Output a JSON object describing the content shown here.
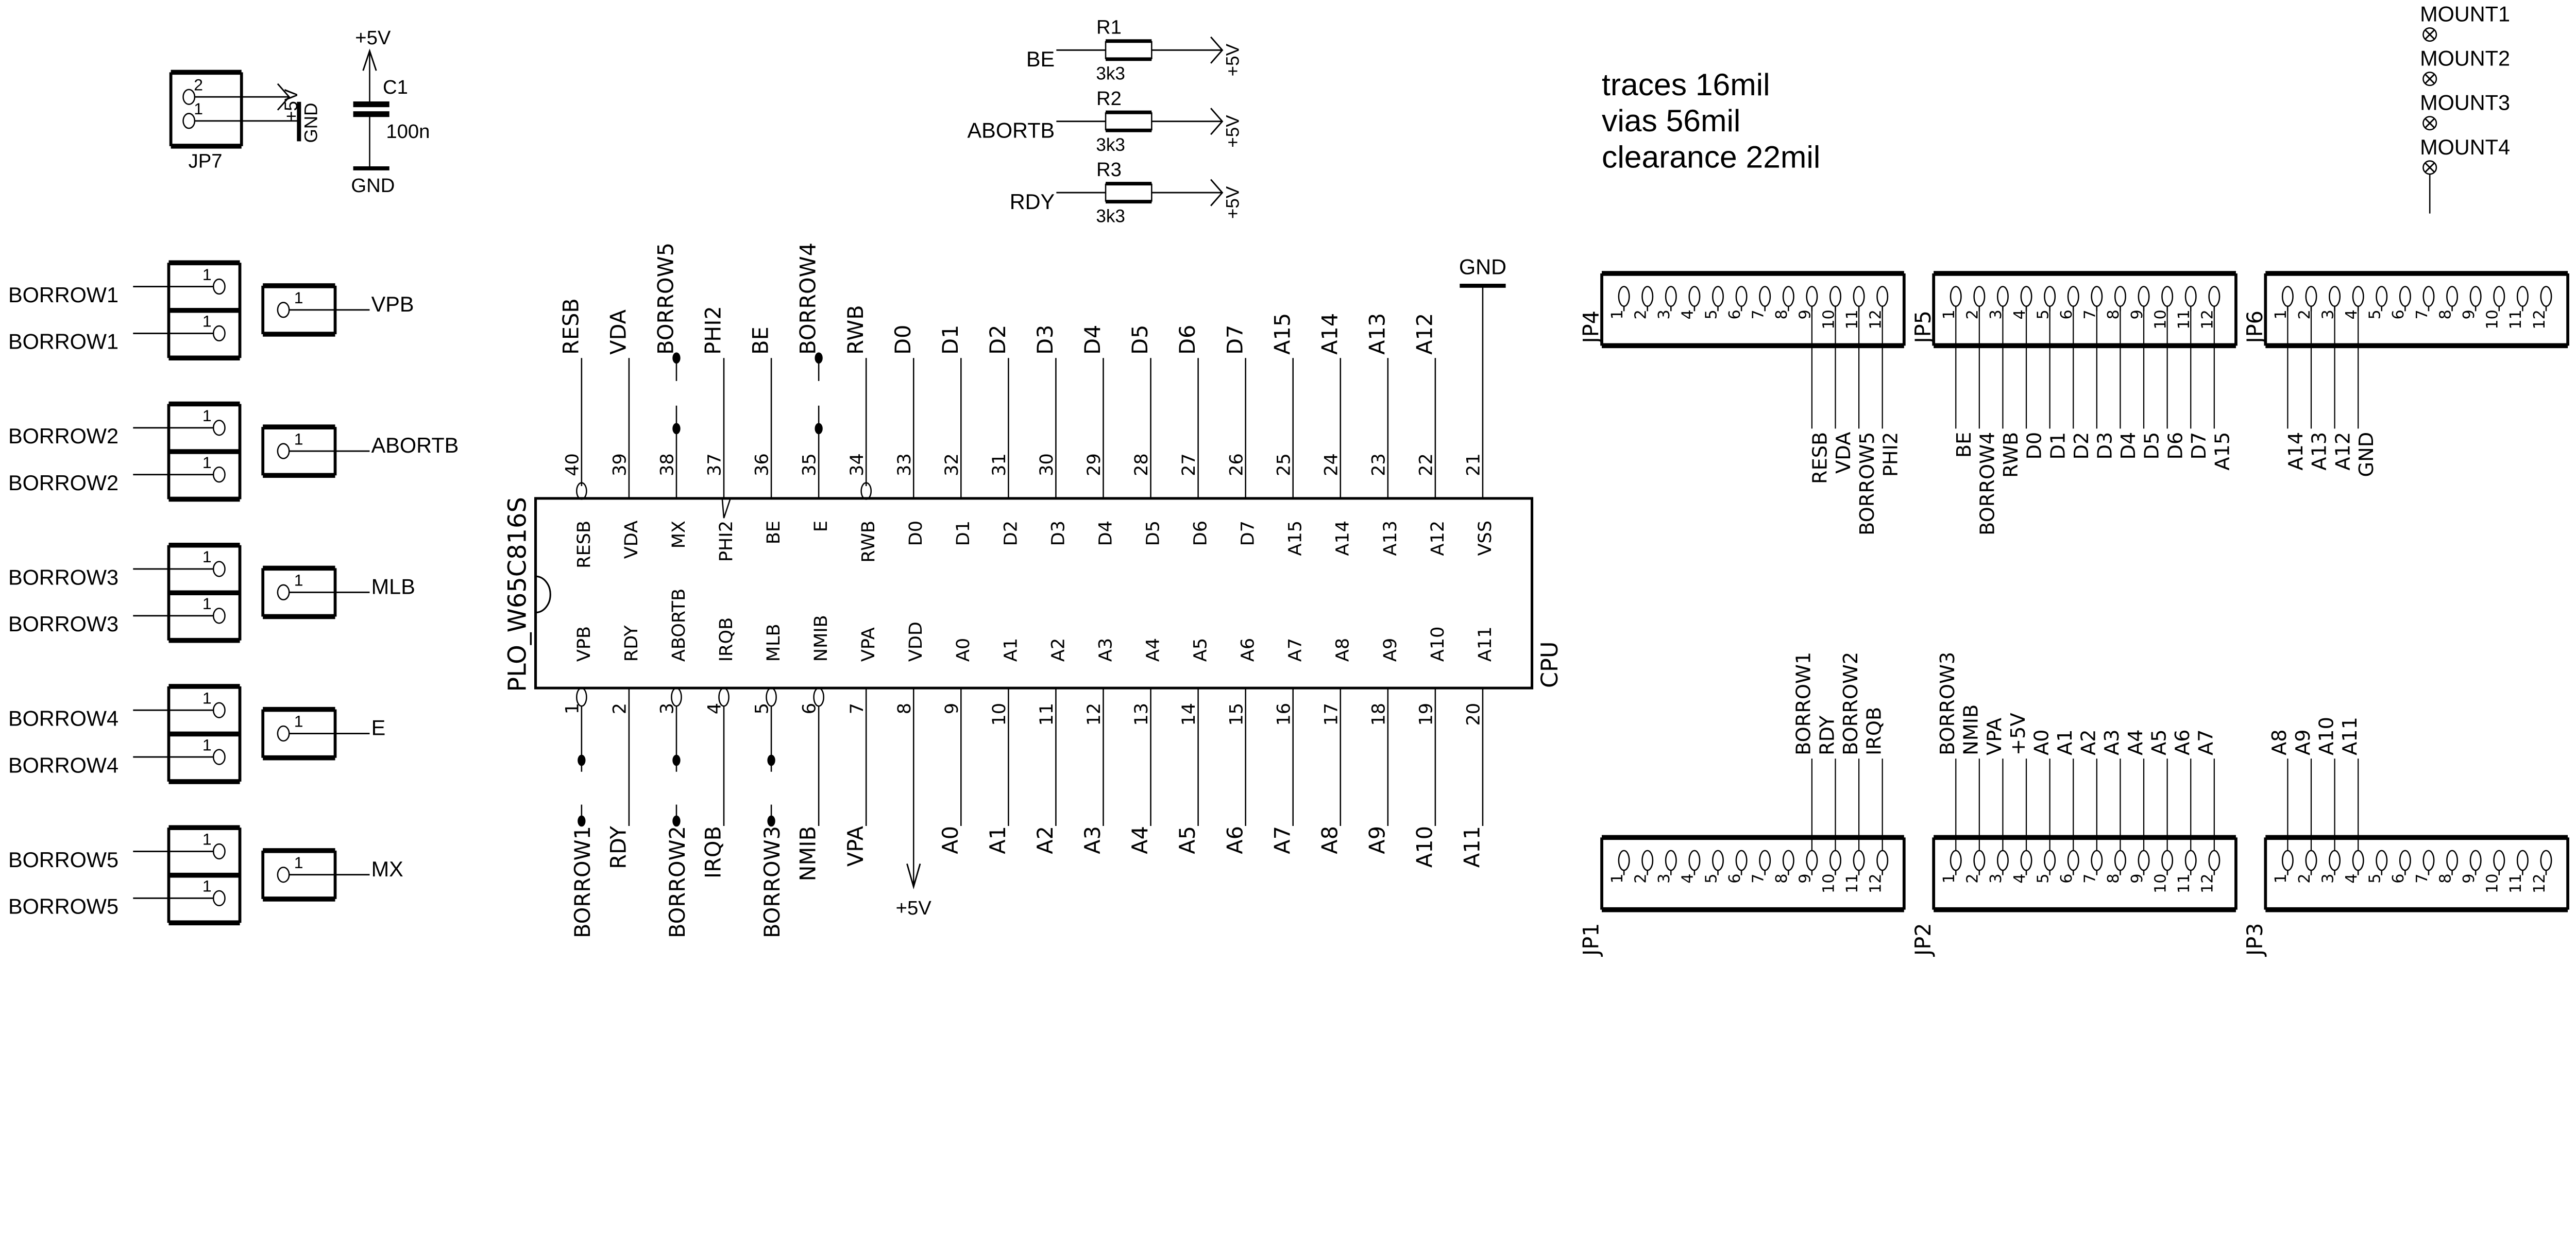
{
  "colors": {
    "ink": "#000000",
    "paper": "#ffffff"
  },
  "jp7": {
    "name": "JP7",
    "pins": [
      "2",
      "1"
    ],
    "nets": [
      "+5V",
      "GND"
    ]
  },
  "c1": {
    "name": "C1",
    "value": "100n",
    "top": "+5V",
    "bottom": "GND"
  },
  "resistors": [
    {
      "name": "R1",
      "value": "3k3",
      "net": "BE",
      "supply": "+5V"
    },
    {
      "name": "R2",
      "value": "3k3",
      "net": "ABORTB",
      "supply": "+5V"
    },
    {
      "name": "R3",
      "value": "3k3",
      "net": "RDY",
      "supply": "+5V"
    }
  ],
  "notes": [
    "traces 16mil",
    "vias 56mil",
    "clearance 22mil"
  ],
  "mounts": [
    "MOUNT1",
    "MOUNT2",
    "MOUNT3",
    "MOUNT4"
  ],
  "cpu": {
    "name": "CPU",
    "part": "PLO_W65C816S",
    "top_pins": [
      {
        "num": "40",
        "name": "RESB",
        "net": "RESB",
        "inverted": true
      },
      {
        "num": "39",
        "name": "VDA",
        "net": "VDA"
      },
      {
        "num": "38",
        "name": "MX",
        "net": "BORROW5"
      },
      {
        "num": "37",
        "name": "PHI2",
        "net": "PHI2",
        "clock": true
      },
      {
        "num": "36",
        "name": "BE",
        "net": "BE"
      },
      {
        "num": "35",
        "name": "E",
        "net": "BORROW4"
      },
      {
        "num": "34",
        "name": "RWB",
        "net": "RWB",
        "inverted": true
      },
      {
        "num": "33",
        "name": "D0",
        "net": "D0"
      },
      {
        "num": "32",
        "name": "D1",
        "net": "D1"
      },
      {
        "num": "31",
        "name": "D2",
        "net": "D2"
      },
      {
        "num": "30",
        "name": "D3",
        "net": "D3"
      },
      {
        "num": "29",
        "name": "D4",
        "net": "D4"
      },
      {
        "num": "28",
        "name": "D5",
        "net": "D5"
      },
      {
        "num": "27",
        "name": "D6",
        "net": "D6"
      },
      {
        "num": "26",
        "name": "D7",
        "net": "D7"
      },
      {
        "num": "25",
        "name": "A15",
        "net": "A15"
      },
      {
        "num": "24",
        "name": "A14",
        "net": "A14"
      },
      {
        "num": "23",
        "name": "A13",
        "net": "A13"
      },
      {
        "num": "22",
        "name": "A12",
        "net": "A12"
      },
      {
        "num": "21",
        "name": "VSS",
        "net": "GND"
      }
    ],
    "bottom_pins": [
      {
        "num": "1",
        "name": "VPB",
        "net": "BORROW1",
        "inverted": true
      },
      {
        "num": "2",
        "name": "RDY",
        "net": "RDY"
      },
      {
        "num": "3",
        "name": "ABORTB",
        "net": "BORROW2",
        "inverted": true
      },
      {
        "num": "4",
        "name": "IRQB",
        "net": "IRQB",
        "inverted": true
      },
      {
        "num": "5",
        "name": "MLB",
        "net": "BORROW3",
        "inverted": true
      },
      {
        "num": "6",
        "name": "NMIB",
        "net": "NMIB",
        "inverted": true
      },
      {
        "num": "7",
        "name": "VPA",
        "net": "VPA"
      },
      {
        "num": "8",
        "name": "VDD",
        "net": "+5V"
      },
      {
        "num": "9",
        "name": "A0",
        "net": "A0"
      },
      {
        "num": "10",
        "name": "A1",
        "net": "A1"
      },
      {
        "num": "11",
        "name": "A2",
        "net": "A2"
      },
      {
        "num": "12",
        "name": "A3",
        "net": "A3"
      },
      {
        "num": "13",
        "name": "A4",
        "net": "A4"
      },
      {
        "num": "14",
        "name": "A5",
        "net": "A5"
      },
      {
        "num": "15",
        "name": "A6",
        "net": "A6"
      },
      {
        "num": "16",
        "name": "A7",
        "net": "A7"
      },
      {
        "num": "17",
        "name": "A8",
        "net": "A8"
      },
      {
        "num": "18",
        "name": "A9",
        "net": "A9"
      },
      {
        "num": "19",
        "name": "A10",
        "net": "A10"
      },
      {
        "num": "20",
        "name": "A11",
        "net": "A11"
      }
    ]
  },
  "left_jumpers": [
    {
      "double": {
        "pins": [
          "1",
          "1"
        ],
        "nets": [
          "BORROW1",
          "BORROW1"
        ]
      },
      "single": {
        "pin": "1",
        "net": "VPB"
      }
    },
    {
      "double": {
        "pins": [
          "1",
          "1"
        ],
        "nets": [
          "BORROW2",
          "BORROW2"
        ]
      },
      "single": {
        "pin": "1",
        "net": "ABORTB"
      }
    },
    {
      "double": {
        "pins": [
          "1",
          "1"
        ],
        "nets": [
          "BORROW3",
          "BORROW3"
        ]
      },
      "single": {
        "pin": "1",
        "net": "MLB"
      }
    },
    {
      "double": {
        "pins": [
          "1",
          "1"
        ],
        "nets": [
          "BORROW4",
          "BORROW4"
        ]
      },
      "single": {
        "pin": "1",
        "net": "E"
      }
    },
    {
      "double": {
        "pins": [
          "1",
          "1"
        ],
        "nets": [
          "BORROW5",
          "BORROW5"
        ]
      },
      "single": {
        "pin": "1",
        "net": "MX"
      }
    }
  ],
  "headers_top": [
    {
      "name": "JP4",
      "pins": [
        "1",
        "2",
        "3",
        "4",
        "5",
        "6",
        "7",
        "8",
        "9",
        "10",
        "11",
        "12"
      ],
      "nets": [
        "",
        "",
        "",
        "",
        "",
        "",
        "",
        "",
        "RESB",
        "VDA",
        "BORROW5",
        "PHI2"
      ]
    },
    {
      "name": "JP5",
      "pins": [
        "1",
        "2",
        "3",
        "4",
        "5",
        "6",
        "7",
        "8",
        "9",
        "10",
        "11",
        "12"
      ],
      "nets": [
        "BE",
        "BORROW4",
        "RWB",
        "D0",
        "D1",
        "D2",
        "D3",
        "D4",
        "D5",
        "D6",
        "D7",
        "A15"
      ]
    },
    {
      "name": "JP6",
      "pins": [
        "1",
        "2",
        "3",
        "4",
        "5",
        "6",
        "7",
        "8",
        "9",
        "10",
        "11",
        "12"
      ],
      "nets": [
        "A14",
        "A13",
        "A12",
        "GND",
        "",
        "",
        "",
        "",
        "",
        "",
        "",
        ""
      ]
    }
  ],
  "headers_bottom": [
    {
      "name": "JP1",
      "pins": [
        "1",
        "2",
        "3",
        "4",
        "5",
        "6",
        "7",
        "8",
        "9",
        "10",
        "11",
        "12"
      ],
      "nets": [
        "",
        "",
        "",
        "",
        "",
        "",
        "",
        "",
        "BORROW1",
        "RDY",
        "BORROW2",
        "IRQB"
      ]
    },
    {
      "name": "JP2",
      "pins": [
        "1",
        "2",
        "3",
        "4",
        "5",
        "6",
        "7",
        "8",
        "9",
        "10",
        "11",
        "12"
      ],
      "nets": [
        "BORROW3",
        "NMIB",
        "VPA",
        "+5V",
        "A0",
        "A1",
        "A2",
        "A3",
        "A4",
        "A5",
        "A6",
        "A7"
      ]
    },
    {
      "name": "JP3",
      "pins": [
        "1",
        "2",
        "3",
        "4",
        "5",
        "6",
        "7",
        "8",
        "9",
        "10",
        "11",
        "12"
      ],
      "nets": [
        "A8",
        "A9",
        "A10",
        "A11",
        "",
        "",
        "",
        "",
        "",
        "",
        "",
        ""
      ]
    }
  ]
}
